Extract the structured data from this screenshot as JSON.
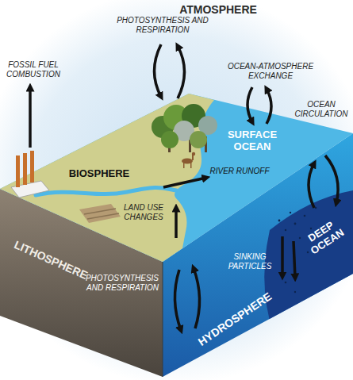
{
  "diagram": {
    "labels": [
      "ATMOSPHERE",
      "PHOTOSYNTHESIS AND RESPIRATION",
      "FOSSIL FUEL COMBUSTION",
      "OCEAN-ATMOSPHERE EXCHANGE",
      "OCEAN CIRCULATION",
      "SURFACE OCEAN",
      "RIVER RUNOFF",
      "BIOSPHERE",
      "LAND USE CHANGES",
      "LITHOSPHERE",
      "PHOTOSYNTHESIS AND RESPIRATION",
      "SINKING PARTICLES",
      "DEEP OCEAN",
      "HYDROSPHERE"
    ]
  }
}
